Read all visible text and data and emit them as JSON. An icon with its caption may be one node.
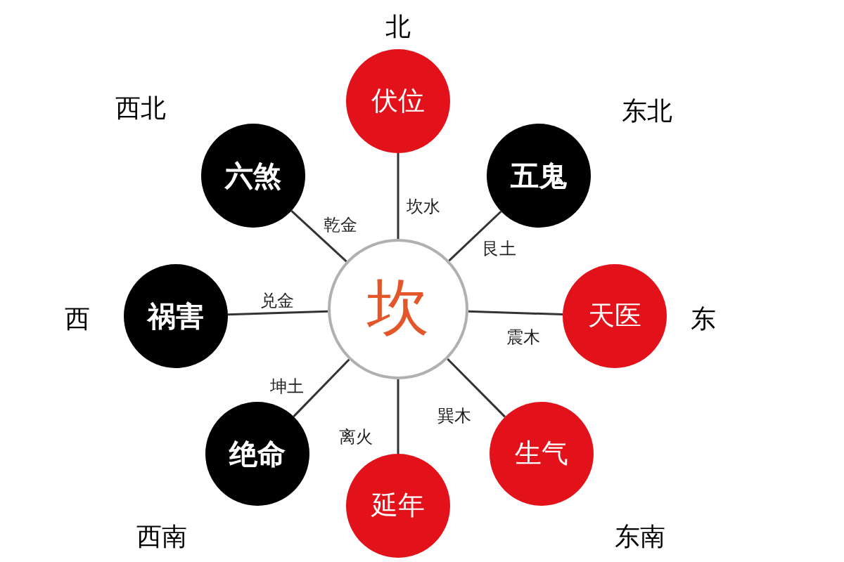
{
  "diagram": {
    "nodes": [
      {
        "text": [
          "伏位"
        ],
        "beside": [
          "北"
        ]
      },
      {
        "text": [
          "六煞"
        ],
        "beside": [
          "西北"
        ]
      },
      {
        "text": [
          "五鬼"
        ],
        "beside": [
          "东北"
        ]
      },
      {
        "text": [
          "坎"
        ]
      },
      {
        "text": [
          "祸害"
        ],
        "beside": [
          "西"
        ]
      },
      {
        "text": [
          "天医"
        ],
        "beside": [
          "东"
        ]
      },
      {
        "text": [
          "绝命"
        ],
        "beside": [
          "西南"
        ]
      },
      {
        "text": [
          "生气"
        ],
        "beside": [
          "东南"
        ]
      },
      {
        "text": [
          "延年"
        ]
      }
    ],
    "edges": [
      {
        "from": 3,
        "to": 0,
        "arrow": "none",
        "label": "坎水"
      },
      {
        "from": 3,
        "to": 1,
        "arrow": "none",
        "label": "乾金"
      },
      {
        "from": 3,
        "to": 2,
        "arrow": "none",
        "label": "艮土"
      },
      {
        "from": 3,
        "to": 4,
        "arrow": "none",
        "label": "兑金"
      },
      {
        "from": 3,
        "to": 5,
        "arrow": "none",
        "label": "震木"
      },
      {
        "from": 3,
        "to": 6,
        "arrow": "none",
        "label": "坤土"
      },
      {
        "from": 3,
        "to": 7,
        "arrow": "none",
        "label": "巽木"
      },
      {
        "from": 3,
        "to": 8,
        "arrow": "none",
        "label": "离火"
      }
    ]
  }
}
